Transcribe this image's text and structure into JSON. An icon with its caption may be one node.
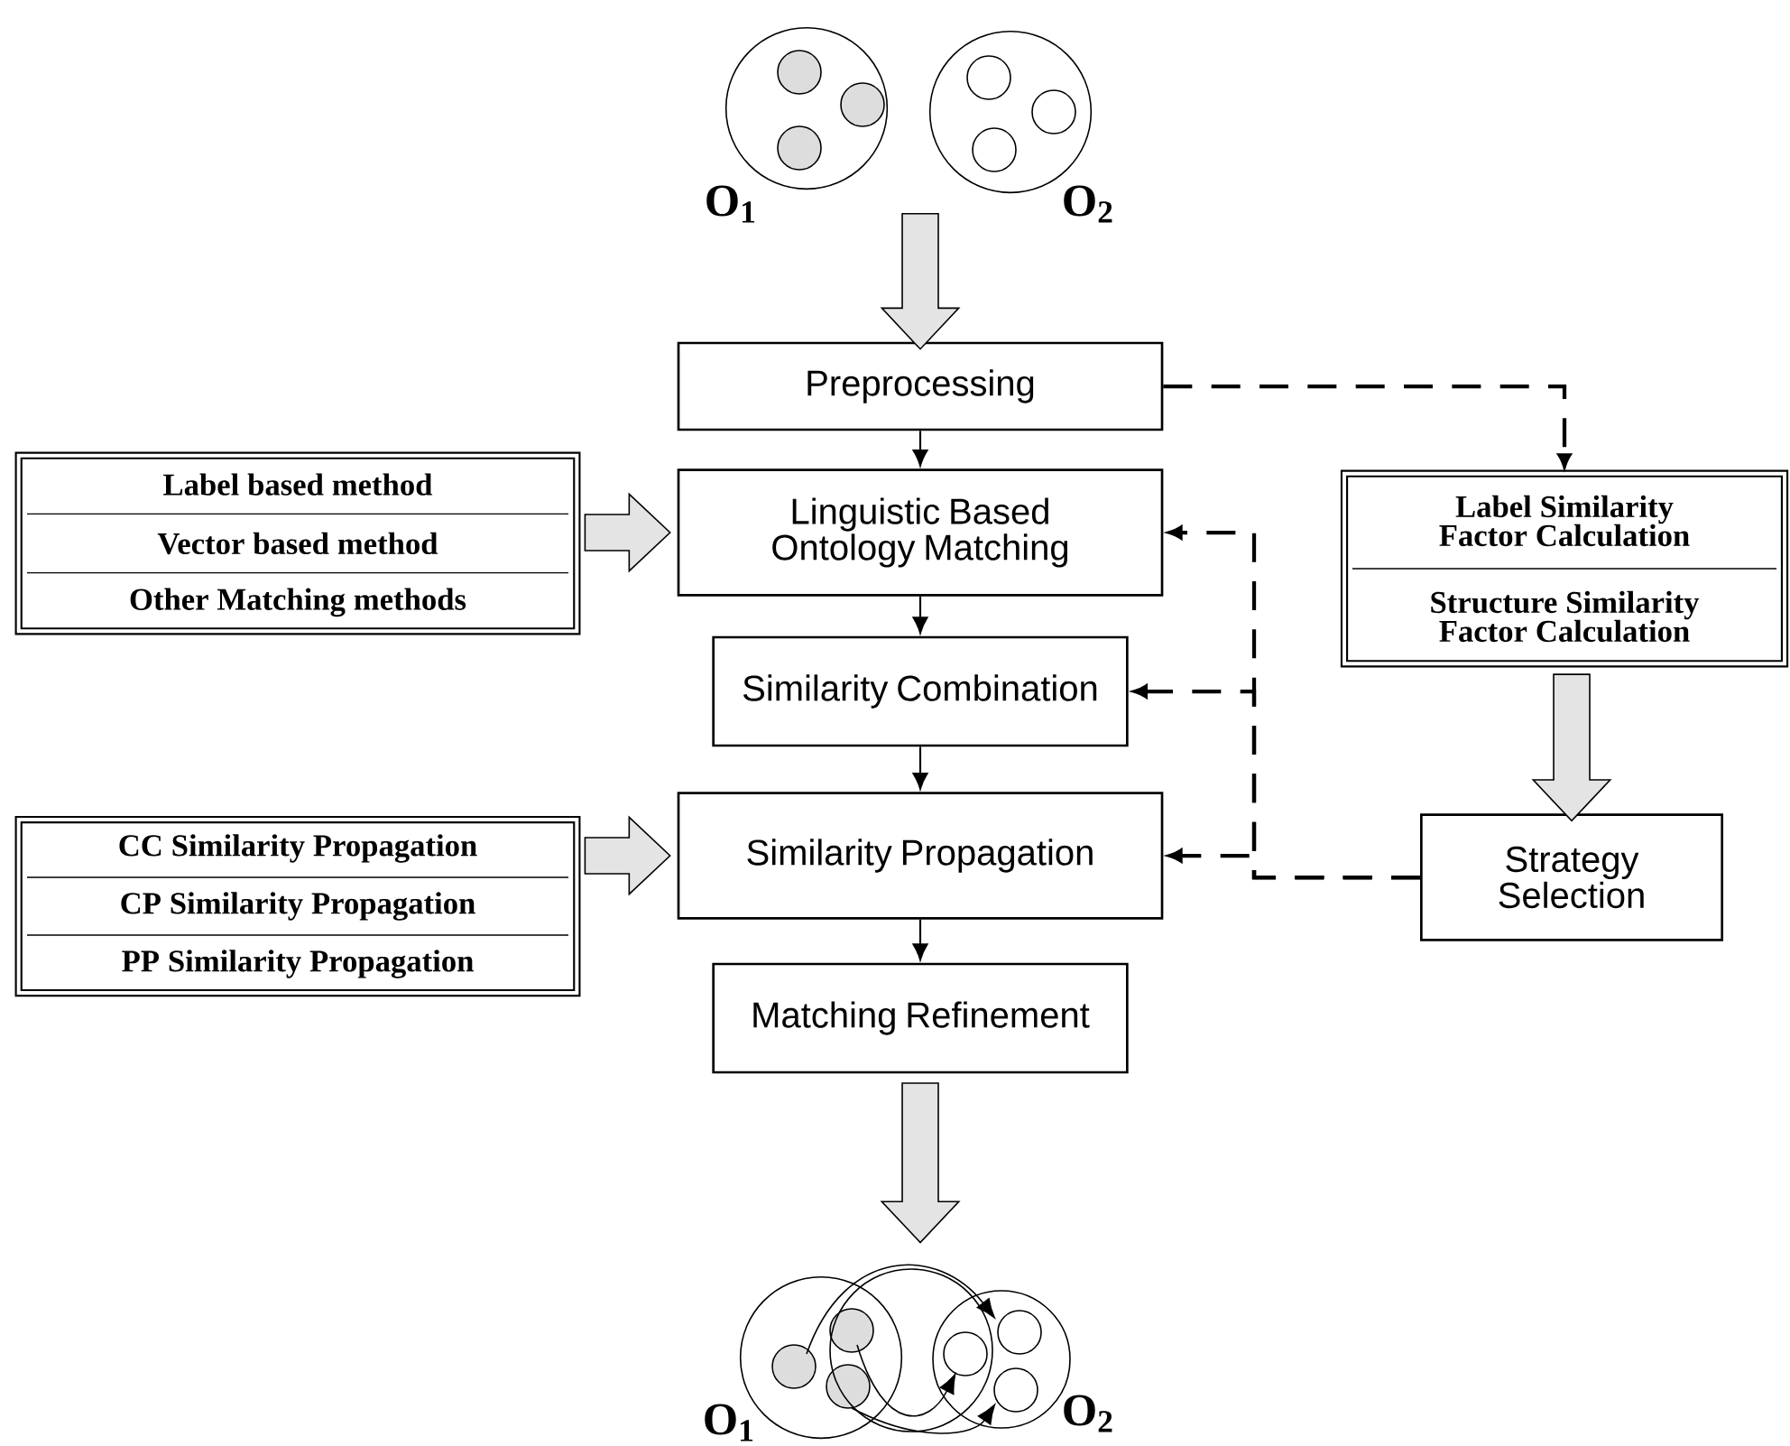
{
  "diagram": {
    "nodes": [
      {
        "text": [],
        "shape": "circle",
        "beside": [
          "O$_{1}$"
        ]
      },
      {
        "text": [],
        "shape": "circle",
        "beside": [
          "O$_{2}$"
        ]
      },
      {
        "text": [
          "Preprocessing"
        ]
      },
      {
        "text": [
          "Linguistic Based Ontology Matching"
        ]
      },
      {
        "text": [
          "Similarity Combination"
        ]
      },
      {
        "text": [
          "Similarity Propagation"
        ]
      },
      {
        "text": [
          "Matching Refinement"
        ]
      },
      {
        "text": [],
        "shape": "circle",
        "beside": [
          "O$_{1}$"
        ]
      },
      {
        "text": [],
        "shape": "circle",
        "beside": [
          "O$_{2}$"
        ]
      },
      {
        "text": [
          "Label based method",
          "Vector based method",
          "Other Matching methods"
        ]
      },
      {
        "text": [
          "CC Similarity Propagation",
          "CP Similarity Propagation",
          "PP Similarity Propagation"
        ]
      },
      {
        "text": [
          "Label Similarity Factor Calculation",
          "Structure Similarity Factor Calculation"
        ]
      },
      {
        "text": [
          "Strategy Selection"
        ]
      }
    ],
    "edges": [
      {
        "from": 0,
        "to": 2,
        "arrow": "to",
        "style": "thick"
      },
      {
        "from": 1,
        "to": 2,
        "arrow": "to",
        "style": "thick"
      },
      {
        "from": 2,
        "to": 3,
        "arrow": "to"
      },
      {
        "from": 3,
        "to": 4,
        "arrow": "to"
      },
      {
        "from": 4,
        "to": 5,
        "arrow": "to"
      },
      {
        "from": 5,
        "to": 6,
        "arrow": "to"
      },
      {
        "from": 6,
        "to": 7,
        "arrow": "to",
        "style": "thick"
      },
      {
        "from": 6,
        "to": 8,
        "arrow": "to",
        "style": "thick"
      },
      {
        "from": 9,
        "to": 3,
        "arrow": "to",
        "style": "thick"
      },
      {
        "from": 10,
        "to": 5,
        "arrow": "to",
        "style": "thick"
      },
      {
        "from": 2,
        "to": 11,
        "arrow": "to",
        "style": "dashed"
      },
      {
        "from": 11,
        "to": 12,
        "arrow": "to",
        "style": "thick"
      },
      {
        "from": 12,
        "to": 3,
        "arrow": "to",
        "style": "dashed"
      },
      {
        "from": 12,
        "to": 4,
        "arrow": "to",
        "style": "dashed"
      },
      {
        "from": 12,
        "to": 5,
        "arrow": "to",
        "style": "dashed"
      }
    ]
  }
}
